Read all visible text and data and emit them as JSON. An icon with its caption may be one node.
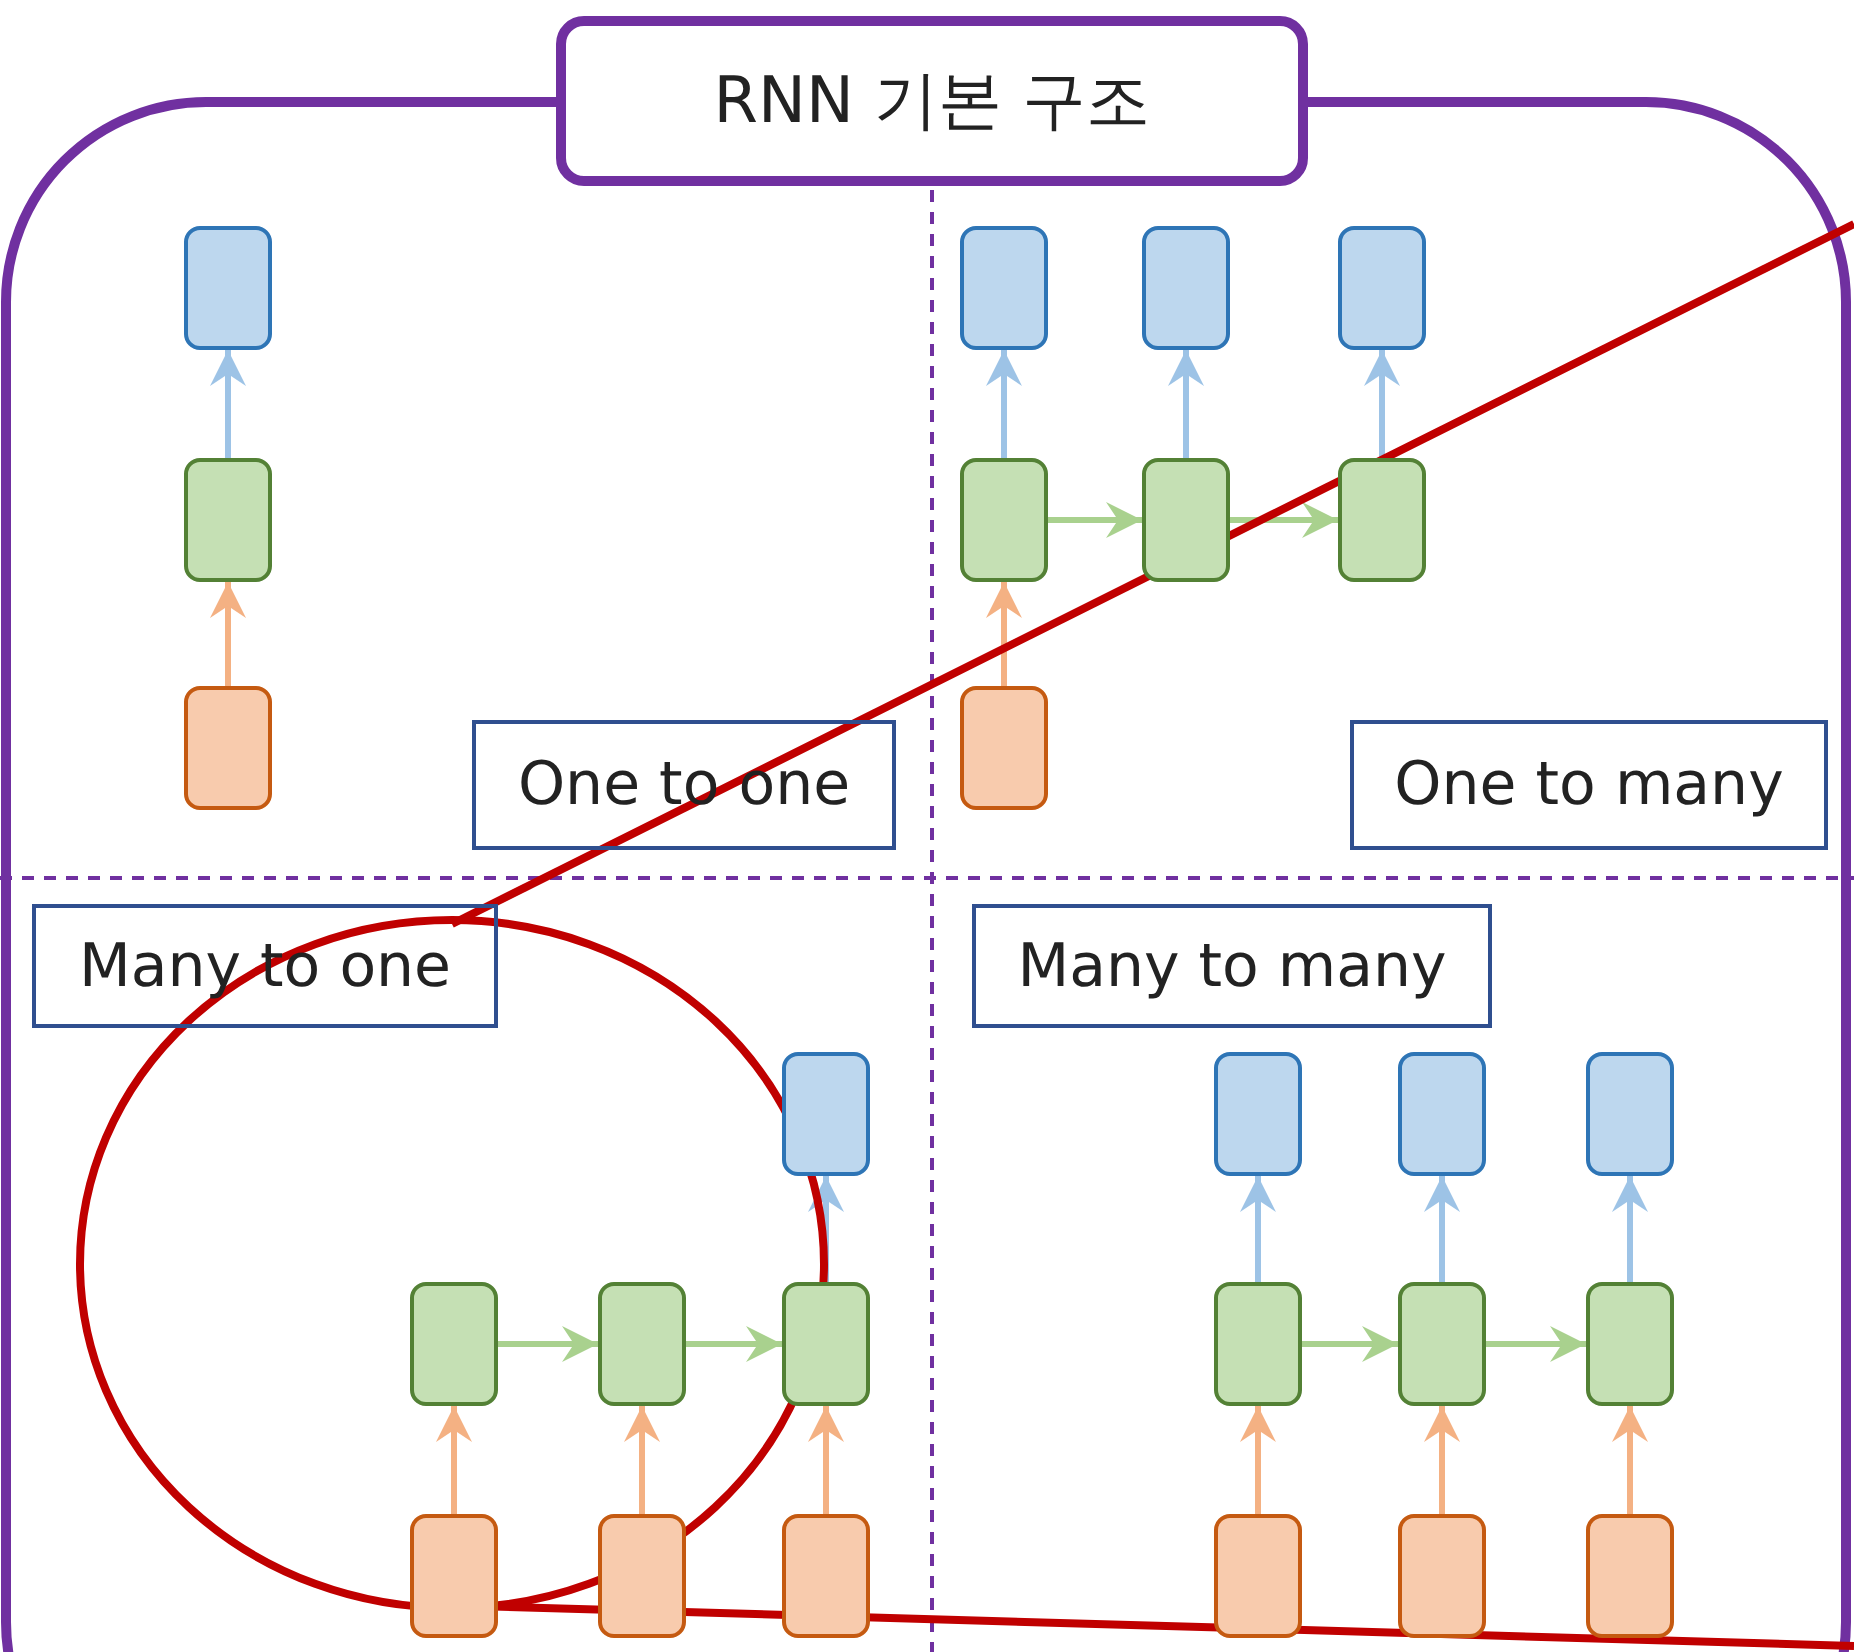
{
  "diagram": {
    "nodes": [
      {
        "text": [
          "RNN 기본 구조"
        ]
      },
      {
        "text": [],
        "shape": "box"
      },
      {
        "text": [],
        "shape": "box"
      },
      {
        "text": [],
        "shape": "box"
      },
      {
        "text": [
          "One to one"
        ]
      },
      {
        "text": [],
        "shape": "box"
      },
      {
        "text": [],
        "shape": "box"
      },
      {
        "text": [],
        "shape": "box"
      },
      {
        "text": [],
        "shape": "box"
      },
      {
        "text": [],
        "shape": "box"
      },
      {
        "text": [],
        "shape": "box"
      },
      {
        "text": [],
        "shape": "box"
      },
      {
        "text": [
          "One to many"
        ]
      },
      {
        "text": [
          "Many to one"
        ]
      },
      {
        "text": [],
        "shape": "box"
      },
      {
        "text": [],
        "shape": "box"
      },
      {
        "text": [],
        "shape": "box"
      },
      {
        "text": [],
        "shape": "box"
      },
      {
        "text": [],
        "shape": "box"
      },
      {
        "text": [],
        "shape": "box"
      },
      {
        "text": [],
        "shape": "box"
      },
      {
        "text": [
          "Many to many"
        ]
      },
      {
        "text": [],
        "shape": "box"
      },
      {
        "text": [],
        "shape": "box"
      },
      {
        "text": [],
        "shape": "box"
      },
      {
        "text": [],
        "shape": "box"
      },
      {
        "text": [],
        "shape": "box"
      },
      {
        "text": [],
        "shape": "box"
      },
      {
        "text": [],
        "shape": "box"
      },
      {
        "text": [],
        "shape": "box"
      },
      {
        "text": [],
        "shape": "box"
      }
    ],
    "edges": [
      {
        "from": 3,
        "to": 2,
        "arrow": "to",
        "color": "#f4b183"
      },
      {
        "from": 2,
        "to": 1,
        "arrow": "to",
        "color": "#9dc3e6"
      },
      {
        "from": 11,
        "to": 8,
        "arrow": "to",
        "color": "#f4b183"
      },
      {
        "from": 8,
        "to": 5,
        "arrow": "to",
        "color": "#9dc3e6"
      },
      {
        "from": 9,
        "to": 6,
        "arrow": "to",
        "color": "#9dc3e6"
      },
      {
        "from": 10,
        "to": 7,
        "arrow": "to",
        "color": "#9dc3e6"
      },
      {
        "from": 8,
        "to": 9,
        "arrow": "to",
        "color": "#a9d18e"
      },
      {
        "from": 9,
        "to": 10,
        "arrow": "to",
        "color": "#a9d18e"
      },
      {
        "from": 18,
        "to": 15,
        "arrow": "to",
        "color": "#f4b183"
      },
      {
        "from": 19,
        "to": 16,
        "arrow": "to",
        "color": "#f4b183"
      },
      {
        "from": 20,
        "to": 17,
        "arrow": "to",
        "color": "#f4b183"
      },
      {
        "from": 15,
        "to": 16,
        "arrow": "to",
        "color": "#a9d18e"
      },
      {
        "from": 16,
        "to": 17,
        "arrow": "to",
        "color": "#a9d18e"
      },
      {
        "from": 17,
        "to": 14,
        "arrow": "to",
        "color": "#9dc3e6"
      },
      {
        "from": 28,
        "to": 25,
        "arrow": "to",
        "color": "#f4b183"
      },
      {
        "from": 29,
        "to": 26,
        "arrow": "to",
        "color": "#f4b183"
      },
      {
        "from": 30,
        "to": 27,
        "arrow": "to",
        "color": "#f4b183"
      },
      {
        "from": 25,
        "to": 22,
        "arrow": "to",
        "color": "#9dc3e6"
      },
      {
        "from": 26,
        "to": 23,
        "arrow": "to",
        "color": "#9dc3e6"
      },
      {
        "from": 27,
        "to": 24,
        "arrow": "to",
        "color": "#9dc3e6"
      },
      {
        "from": 25,
        "to": 26,
        "arrow": "to",
        "color": "#a9d18e"
      },
      {
        "from": 26,
        "to": 27,
        "arrow": "to",
        "color": "#a9d18e"
      }
    ]
  }
}
